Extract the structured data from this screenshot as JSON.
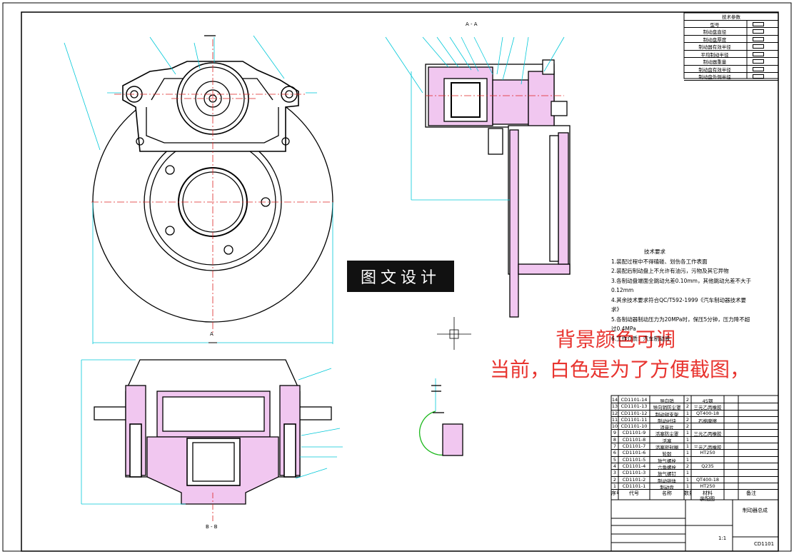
{
  "watermark": "图文设计",
  "notes": [
    "背景颜色可调",
    "当前，白色是为了方便截图，"
  ],
  "section_labels": {
    "aa": "A - A",
    "bb": "B - B",
    "a": "A"
  },
  "tech_requirements": {
    "title": "技术要求",
    "items": [
      "1.装配过程中不得磕碰、划伤各工作表面",
      "2.装配后制动盘上不允许有油污，污物及其它异物",
      "3.各制动盘端面全跳动允差0.10mm，其他跳动允差不大于0.12mm",
      "4.其余技术要求符合QC/T592-1999《汽车制动器技术要求》",
      "5.各制动器制动压力为20MPa时，保压5分钟，压力降不超过0.4MPa",
      "6.工作介质：汽车制动液"
    ]
  },
  "legend_table": {
    "title": "技术参数",
    "rows": [
      "型号",
      "制动盘直径",
      "制动盘厚度",
      "制动器有效半径",
      "平均制动半径",
      "制动器重量",
      "制动盘有效半径",
      "制动盘外侧半径"
    ]
  },
  "bom": {
    "rows": [
      [
        "14",
        "CD1101-14",
        "导向销",
        "2",
        "45钢",
        ""
      ],
      [
        "13",
        "CD1101-13",
        "导向销防尘罩",
        "2",
        "三元乙丙橡胶",
        ""
      ],
      [
        "12",
        "CD1101-12",
        "制动钳支架",
        "1",
        "QT400-18",
        ""
      ],
      [
        "11",
        "CD1101-11",
        "制动衬块",
        "2",
        "石棉摩擦",
        ""
      ],
      [
        "10",
        "CD1101-10",
        "消音片",
        "2",
        "",
        ""
      ],
      [
        "9",
        "CD1101-9",
        "活塞防尘罩",
        "1",
        "三元乙丙橡胶",
        ""
      ],
      [
        "8",
        "CD1101-8",
        "活塞",
        "1",
        "",
        ""
      ],
      [
        "7",
        "CD1101-7",
        "活塞密封圈",
        "1",
        "三元乙丙橡胶",
        ""
      ],
      [
        "6",
        "CD1101-6",
        "轮毂",
        "1",
        "HT250",
        ""
      ],
      [
        "5",
        "CD1101-5",
        "放气螺栓",
        "1",
        "",
        ""
      ],
      [
        "4",
        "CD1101-4",
        "六角螺栓",
        "2",
        "Q235",
        ""
      ],
      [
        "3",
        "CD1101-3",
        "放气螺钉",
        "1",
        "",
        ""
      ],
      [
        "2",
        "CD1101-2",
        "制动钳体",
        "1",
        "QT400-18",
        ""
      ],
      [
        "1",
        "CD1101-1",
        "制动盘",
        "1",
        "HT250",
        ""
      ]
    ],
    "header": [
      "序号",
      "代号",
      "名称",
      "数量",
      "材料",
      "备注"
    ]
  },
  "title_block": {
    "drawing_name": "装配图",
    "assembly": "制动器总成",
    "code": "CD1101",
    "scale": "1:1"
  }
}
